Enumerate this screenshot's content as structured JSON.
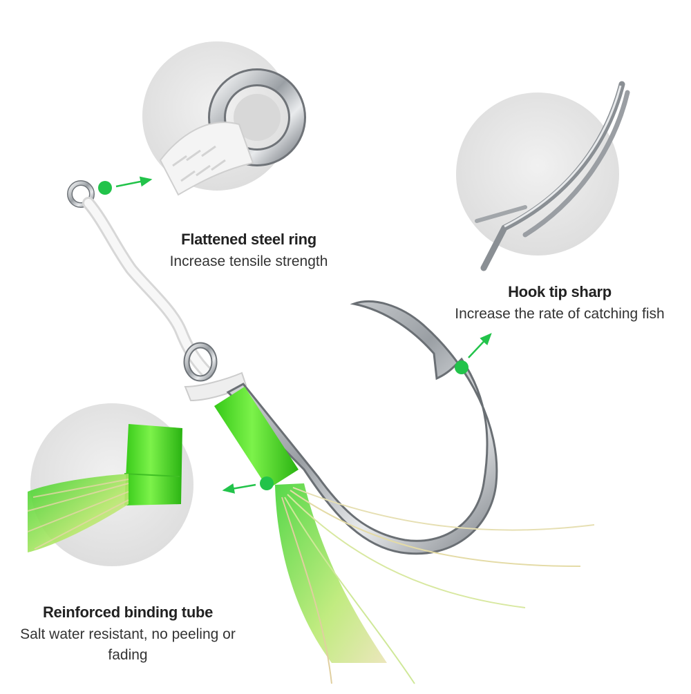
{
  "features": {
    "ring": {
      "title": "Flattened steel ring",
      "description": "Increase tensile strength"
    },
    "tip": {
      "title": "Hook tip sharp",
      "description": "Increase the rate of catching fish"
    },
    "tube": {
      "title": "Reinforced binding tube",
      "description": "Salt water resistant, no peeling or fading"
    }
  },
  "colors": {
    "accent_green": "#22c34a",
    "tube_green": "#4fe41c",
    "circle_gray": "#e6e6e6",
    "steel": "#b8bcc0"
  },
  "icons": [
    "callout-dot-icon",
    "arrow-icon"
  ]
}
